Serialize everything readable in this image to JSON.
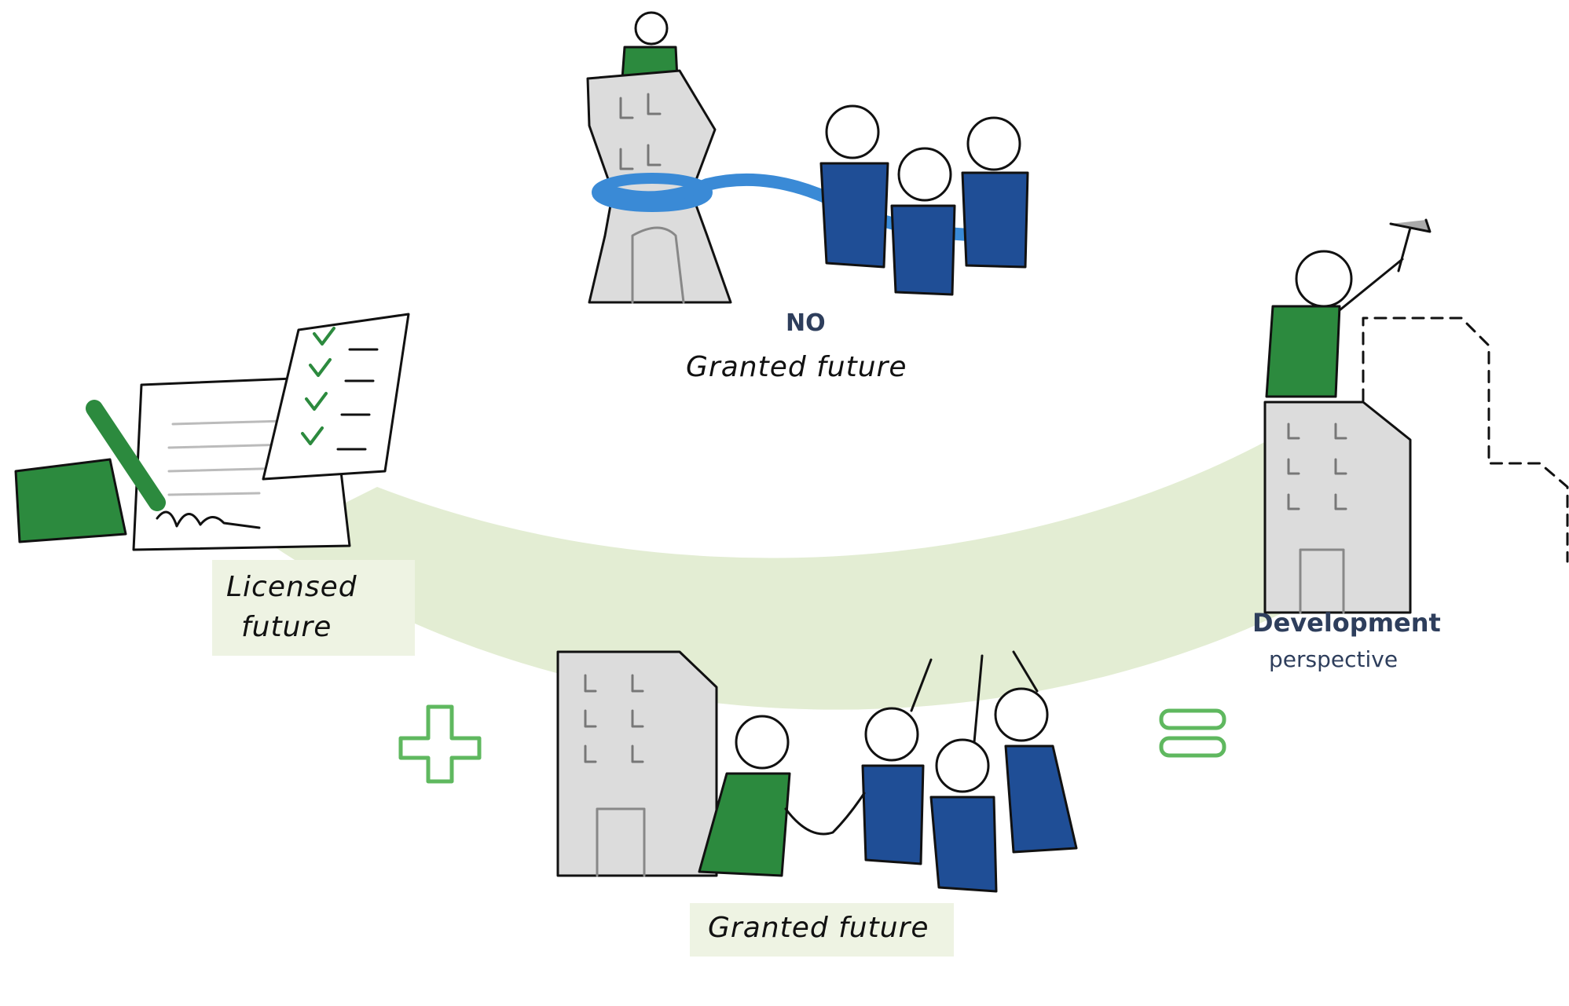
{
  "labels": {
    "top_no": "NO",
    "top_granted": "Granted future",
    "left_licensed_line1": "Licensed",
    "left_licensed_line2": "future",
    "bottom_granted": "Granted future",
    "right_development": "Development",
    "right_perspective": "perspective"
  },
  "colors": {
    "arc": "#e3edd3",
    "green": "#2c8a3e",
    "blue": "#1f4e96",
    "building_gray": "#dcdcdc",
    "label_blue": "#2e3e5c",
    "operator_green": "#5fb85f"
  },
  "operators": {
    "plus": "plus-sign",
    "equals": "equals-sign"
  }
}
